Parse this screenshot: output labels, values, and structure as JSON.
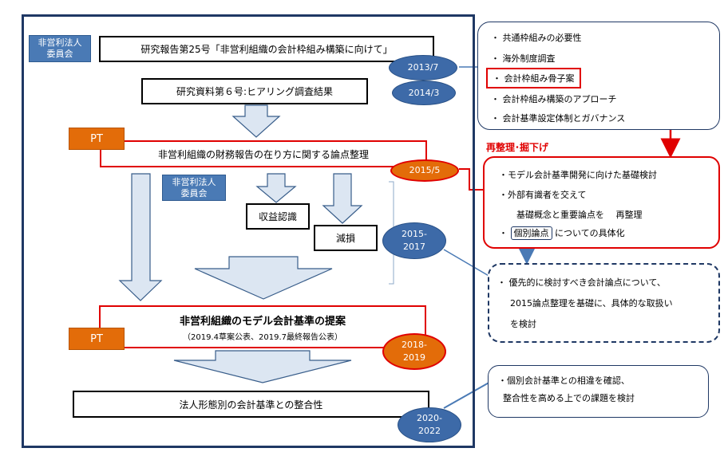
{
  "left": {
    "committee_1": [
      "非営利法人",
      "委員会"
    ],
    "report_25": "研究報告第25号「非営利組織の会計枠組み構築に向けて」",
    "date_2013": "2013/7",
    "material_6": "研究資料第６号:ヒアリング調査結果",
    "date_2014": "2014/3",
    "pt_1": "PT",
    "issues": "非営利組織の財務報告の在り方に関する論点整理",
    "date_2015": "2015/5",
    "committee_2": [
      "非営利法人",
      "委員会"
    ],
    "revenue": "収益認識",
    "impairment": "減損",
    "date_2015_2017": [
      "2015-",
      "2017"
    ],
    "pt_2": "PT",
    "proposal_title": "非営利組織のモデル会計基準の提案",
    "proposal_sub": "（2019.4草案公表、2019.7最終報告公表）",
    "date_2018_2019": [
      "2018-",
      "2019"
    ],
    "consistency": "法人形態別の会計基準との整合性",
    "date_2020_2022": [
      "2020-",
      "2022"
    ]
  },
  "right": {
    "top_panel": [
      "・ 共通枠組みの必要性",
      "・ 海外制度調査",
      "・ 会計枠組み骨子案",
      "・ 会計枠組み構築のアプローチ",
      "・ 会計基準設定体制とガバナンス"
    ],
    "reorg_label": "再整理･掘下げ",
    "red_panel": {
      "line1": "・モデル会計基準開発に向けた基礎検討",
      "line2": "・外部有識者を交えて",
      "line3": "基礎概念と重要論点を　 再整理",
      "line4_bullet": "・",
      "line4_boxed": "個別論点",
      "line4_rest": "についての具体化"
    },
    "dashed_panel": [
      "・ 優先的に検討すべき会計論点について、",
      "2015論点整理を基礎に、具体的な取扱い",
      "を検討"
    ],
    "bottom_panel": [
      "・個別会計基準との相違を確認、",
      "整合性を高める上での課題を検討"
    ]
  },
  "colors": {
    "navy": "#1f3864",
    "red": "#e00000",
    "orange": "#e36c09",
    "blue": "#4a7ab5",
    "arrow_fill": "#dce6f2",
    "arrow_stroke": "#385d8a"
  }
}
